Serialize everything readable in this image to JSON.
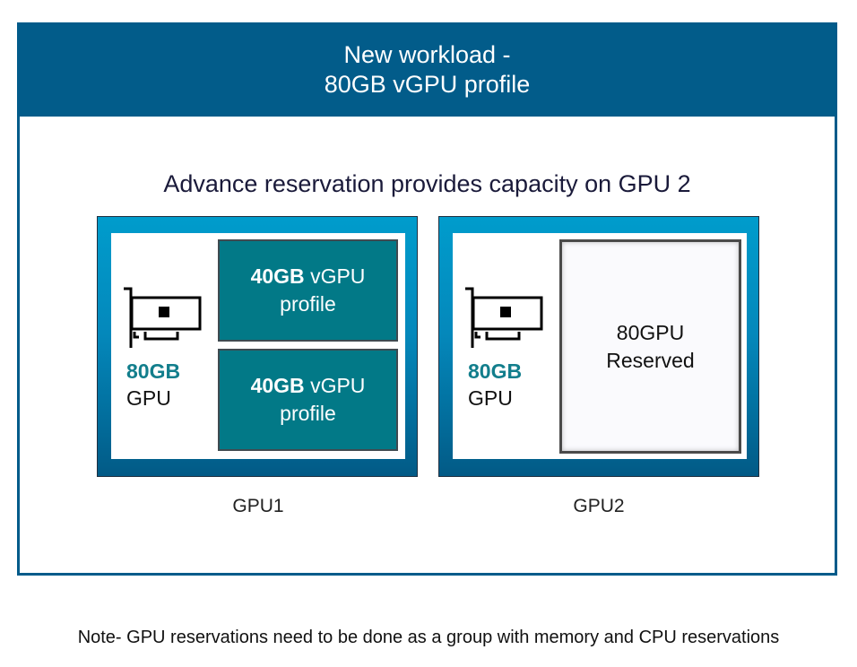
{
  "header": {
    "line1": "New workload -",
    "line2": "80GB vGPU profile"
  },
  "subtitle": "Advance reservation provides capacity on GPU 2",
  "gpus": [
    {
      "label": "GPU1",
      "icon": "gpu-card-icon",
      "memory": "80GB",
      "memory_label": "GPU",
      "profiles": [
        {
          "size": "40GB",
          "suffix": "vGPU",
          "line2": "profile"
        },
        {
          "size": "40GB",
          "suffix": "vGPU",
          "line2": "profile"
        }
      ]
    },
    {
      "label": "GPU2",
      "icon": "gpu-card-icon",
      "memory": "80GB",
      "memory_label": "GPU",
      "reservation": {
        "line1": "80GPU",
        "line2": "Reserved"
      }
    }
  ],
  "note": "Note- GPU reservations need to be done as a group with memory and CPU reservations",
  "colors": {
    "header_bg": "#025c8a",
    "profile_bg": "#027987",
    "memory_accent": "#127e8c",
    "gpu_gradient_top": "#009ccc",
    "gpu_gradient_bottom": "#025a86"
  }
}
